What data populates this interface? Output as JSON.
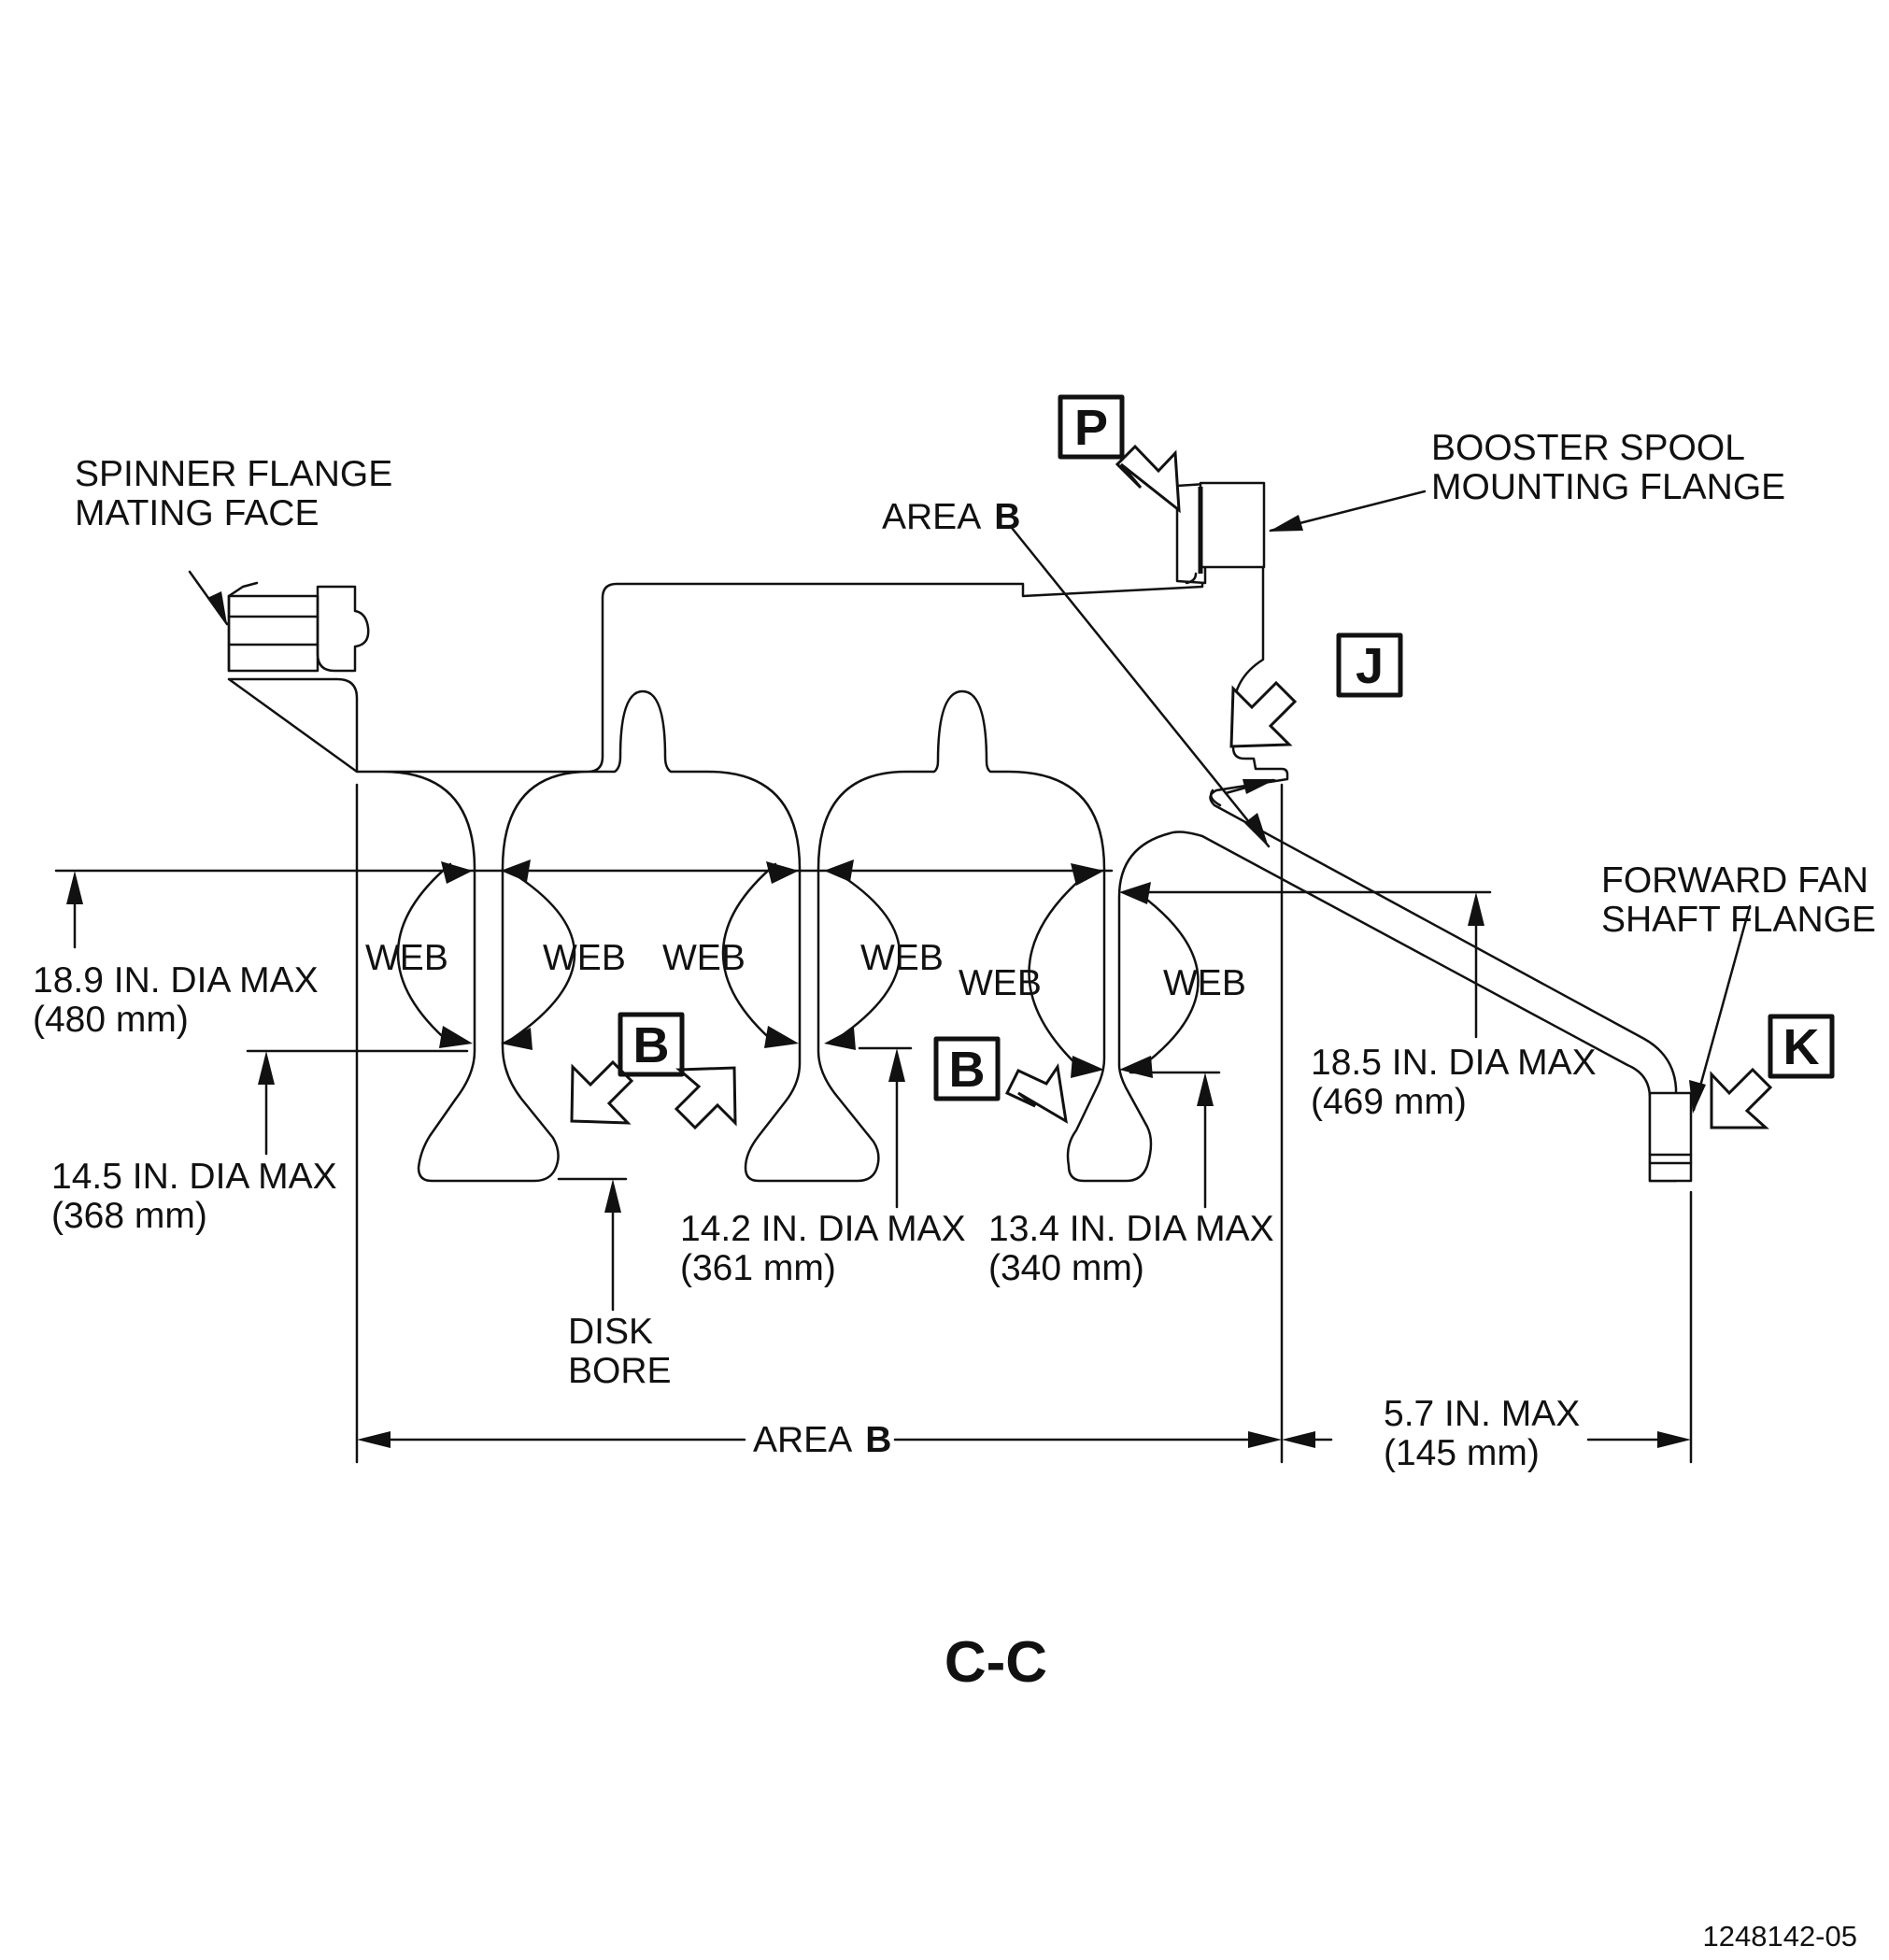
{
  "view_title": "C-C",
  "figure_number": "1248142-05",
  "labels": {
    "spinner_flange_1": "SPINNER FLANGE",
    "spinner_flange_2": "MATING FACE",
    "booster_spool_1": "BOOSTER SPOOL",
    "booster_spool_2": "MOUNTING FLANGE",
    "forward_fan_1": "FORWARD FAN",
    "forward_fan_2": "SHAFT FLANGE",
    "area_prefix": "AREA",
    "area_letter": "B",
    "web": "WEB",
    "disk_bore_1": "DISK",
    "disk_bore_2": "BORE"
  },
  "view_tags": {
    "p": "P",
    "j": "J",
    "k": "K",
    "b": "B"
  },
  "dimensions": {
    "d18_9_in": "18.9 IN. DIA MAX",
    "d18_9_mm": "(480 mm)",
    "d14_5_in": "14.5 IN. DIA MAX",
    "d14_5_mm": "(368 mm)",
    "d14_2_in": "14.2 IN. DIA MAX",
    "d14_2_mm": "(361 mm)",
    "d13_4_in": "13.4 IN. DIA MAX",
    "d13_4_mm": "(340 mm)",
    "d18_5_in": "18.5 IN. DIA MAX",
    "d18_5_mm": "(469 mm)",
    "len_5_7_in": "5.7 IN. MAX",
    "len_5_7_mm": "(145 mm)"
  }
}
